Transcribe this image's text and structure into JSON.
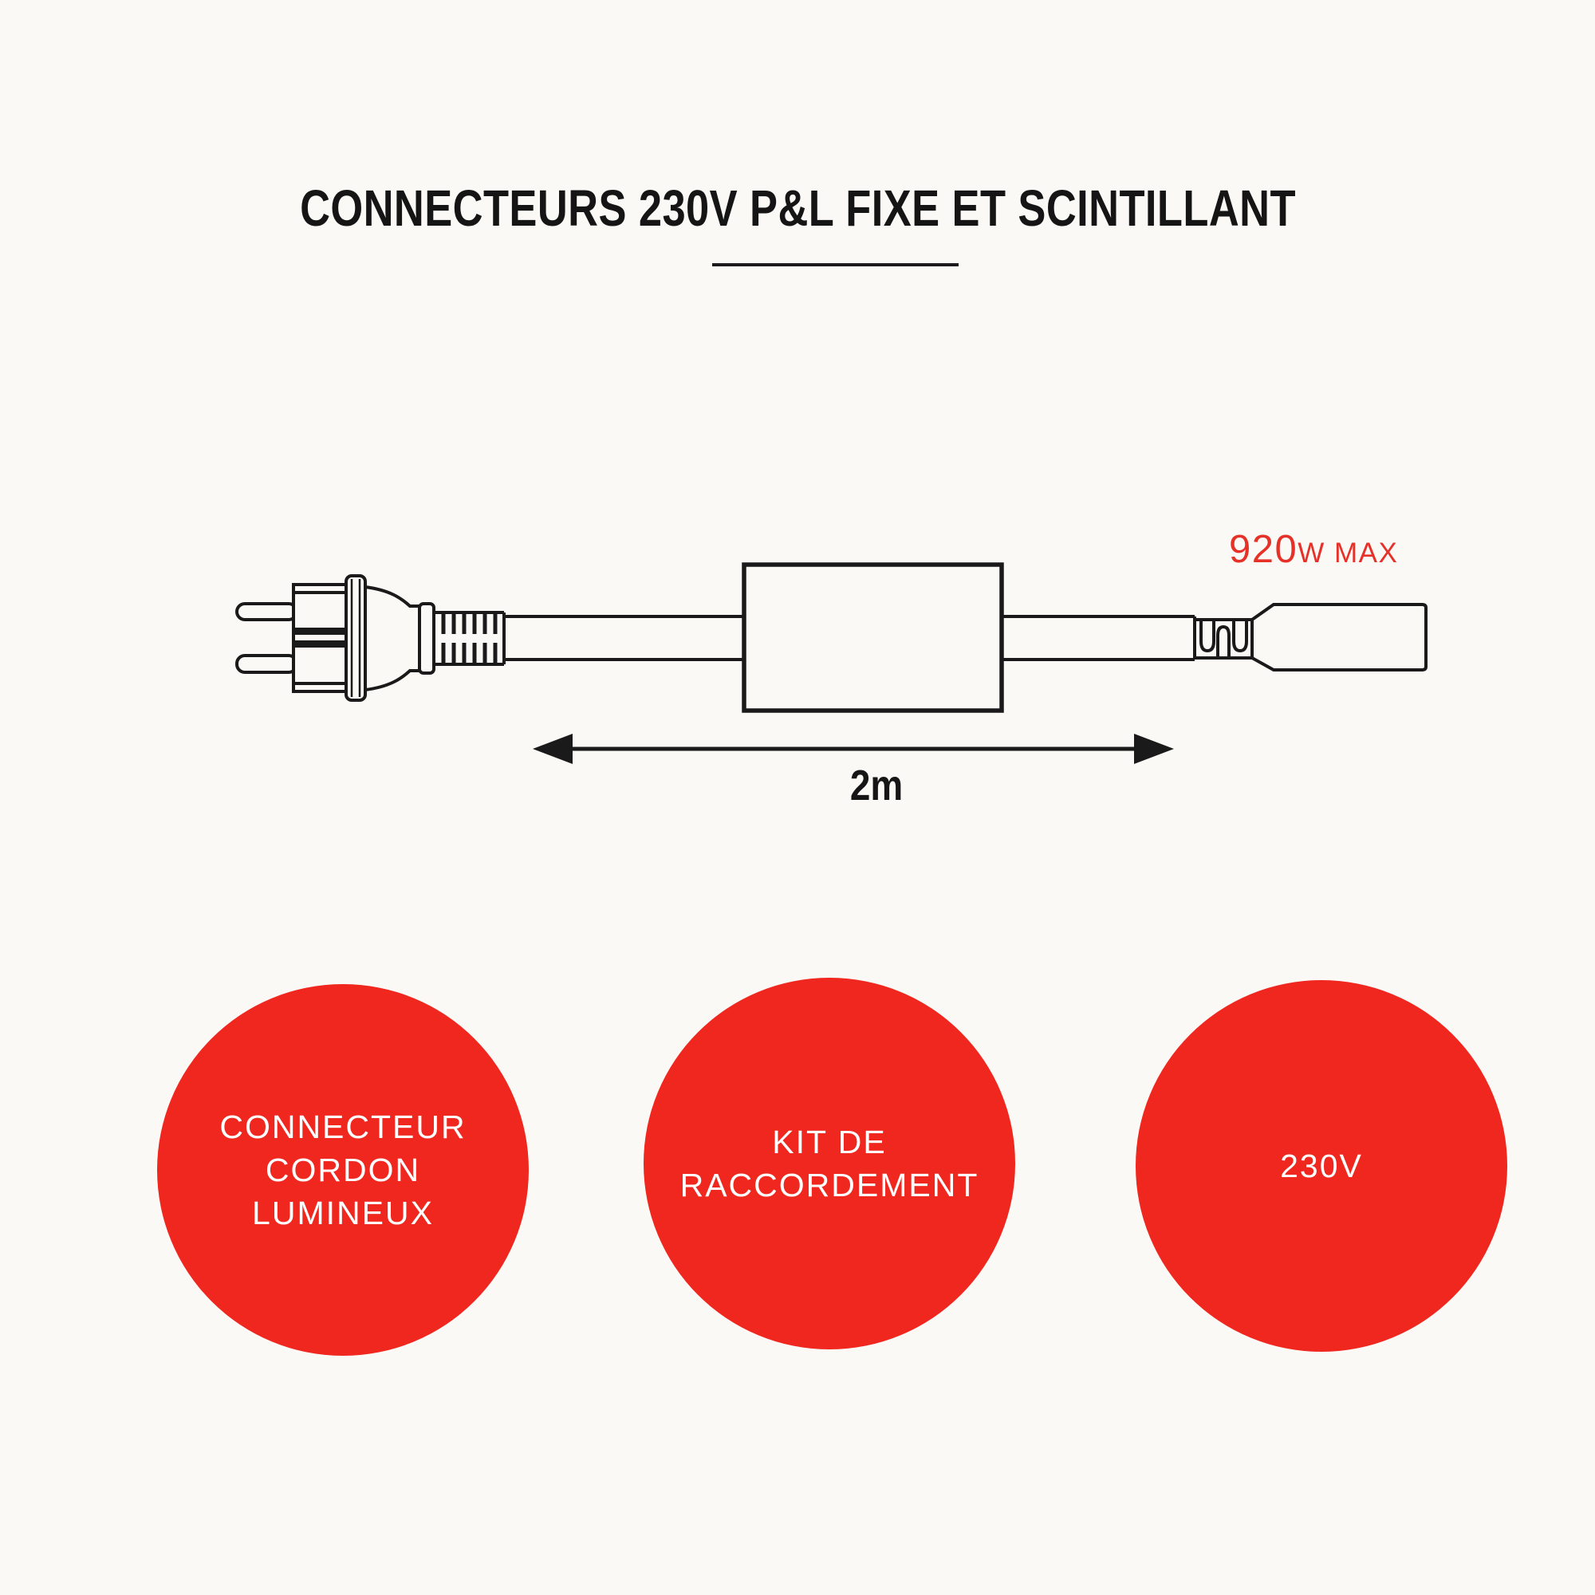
{
  "page": {
    "background": "#FBF9F5",
    "ink": "#1A1A1A"
  },
  "title": {
    "text": "CONNECTEURS 230V P&L FIXE ET SCINTILLANT"
  },
  "diagram": {
    "power_rating": {
      "value": "920",
      "suffix": "W MAX",
      "color": "#E63129"
    },
    "dimension": {
      "label": "2m"
    }
  },
  "badges": {
    "color": "#F0271F",
    "text_color": "#FFFFFF",
    "items": [
      {
        "lines": [
          "CONNECTEUR",
          "CORDON",
          "LUMINEUX"
        ]
      },
      {
        "lines": [
          "KIT DE",
          "RACCORDEMENT"
        ]
      },
      {
        "lines": [
          "230V"
        ]
      }
    ]
  }
}
